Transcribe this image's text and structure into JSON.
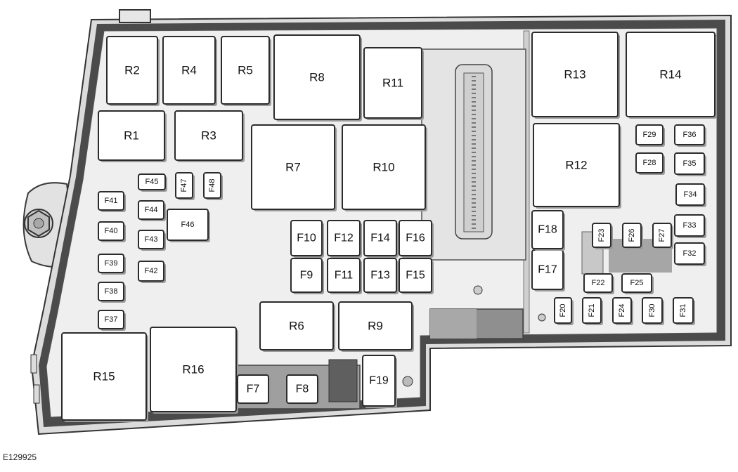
{
  "caption": "E129925",
  "colors": {
    "housing_outer": "#d9d9d9",
    "housing_wall": "#4a4a4a",
    "housing_inner": "#efefef",
    "component": "#ffffff",
    "outline": "#2b2b2b"
  },
  "relays": [
    "R1",
    "R2",
    "R3",
    "R4",
    "R5",
    "R6",
    "R7",
    "R8",
    "R9",
    "R10",
    "R11",
    "R12",
    "R13",
    "R14",
    "R15",
    "R16"
  ],
  "medium_fuses": [
    "F7",
    "F8",
    "F9",
    "F10",
    "F11",
    "F12",
    "F13",
    "F14",
    "F15",
    "F16",
    "F17",
    "F18",
    "F19"
  ],
  "mini_fuses": [
    "F20",
    "F21",
    "F22",
    "F23",
    "F24",
    "F25",
    "F26",
    "F27",
    "F28",
    "F29",
    "F30",
    "F31",
    "F32",
    "F33",
    "F34",
    "F35",
    "F36",
    "F37",
    "F38",
    "F39",
    "F40",
    "F41",
    "F42",
    "F43",
    "F44",
    "F45",
    "F46",
    "F47",
    "F48"
  ]
}
